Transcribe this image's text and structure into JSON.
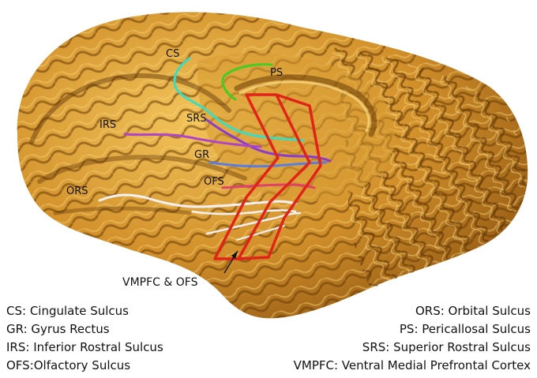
{
  "diagram": {
    "structure_labels": {
      "cs": "CS",
      "ps": "PS",
      "irs": "IRS",
      "srs": "SRS",
      "gr": "GR",
      "ofs": "OFS",
      "ors": "ORS"
    },
    "pointer_caption": "VMPFC & OFS",
    "colors": {
      "cs": "#3ddcc0",
      "ps": "#44cc22",
      "irs": "#b044c8",
      "srs": "#8a3cd0",
      "gr": "#5a7ee0",
      "ofs": "#e0406a",
      "ors": "#f4f0f4",
      "region_outline": "#e02418",
      "brain_base": "#c8861c",
      "brain_highlight": "#f2c45a",
      "brain_shadow": "#6a3c08"
    }
  },
  "legend": {
    "rows": [
      {
        "left": "CS: Cingulate Sulcus",
        "right": "ORS: Orbital Sulcus"
      },
      {
        "left": "GR: Gyrus Rectus",
        "right": "PS:  Pericallosal Sulcus"
      },
      {
        "left": "IRS: Inferior Rostral Sulcus",
        "right": "SRS: Superior Rostral Sulcus"
      },
      {
        "left": "OFS:Olfactory Sulcus",
        "right": "VMPFC: Ventral Medial Prefrontal Cortex"
      }
    ]
  }
}
